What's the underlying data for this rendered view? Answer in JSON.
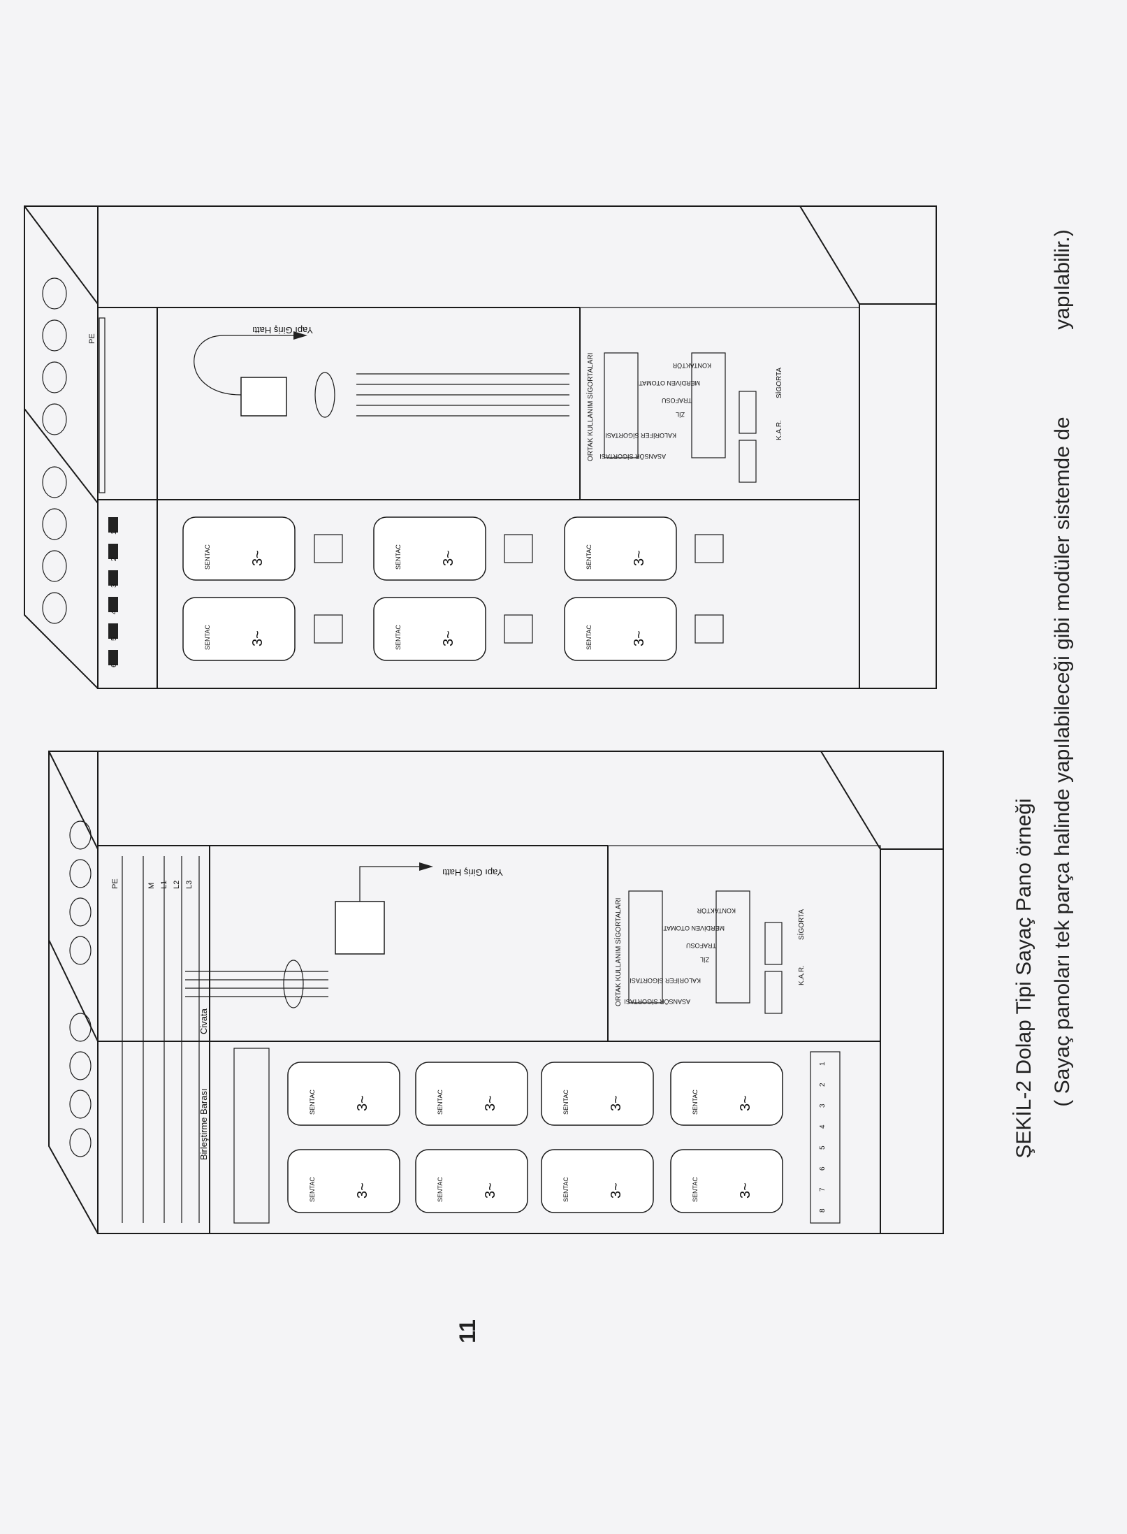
{
  "caption": {
    "title": "ŞEKİL-2 Dolap Tipi Sayaç Pano örneği",
    "subtitle_line1": "( Sayaç panoları tek parça halinde yapılabileceği gibi modüler sistemde de",
    "subtitle_line2": "yapılabilir.)"
  },
  "page_number": "11",
  "meter": {
    "brand": "SENTAC",
    "phase_mark": "3~"
  },
  "top_panel": {
    "pe_label": "PE",
    "entry_label": "Yapı Giriş Hattı",
    "group_title": "ORTAK KULLANIM SİGORTALARI",
    "fuse_labels": [
      "ASANSÖR SİGORTASI",
      "KALORİFER SİGORTASI",
      "ZİL",
      "TRAFOSU",
      "MERDİVEN OTOMATI",
      "KONTAKTÖR"
    ],
    "kar_label": "K.A.R.",
    "sigorta_label": "SİGORTA",
    "terminal_numbers": [
      "1",
      "2",
      "3",
      "4",
      "5",
      "6"
    ]
  },
  "bottom_panel": {
    "pe_label": "PE",
    "bar_labels": [
      "M",
      "L1",
      "L2",
      "L3"
    ],
    "civata_label": "Civata",
    "bus_label": "Birleştirme Barası",
    "entry_label": "Yapı Giriş Hattı",
    "group_title": "ORTAK KULLANIM SİGORTALARI",
    "fuse_labels": [
      "ASANSÖR SİGORTASI",
      "KALORİFER SİGORTASI",
      "ZİL",
      "TRAFOSU",
      "MERDİVEN OTOMATI",
      "KONTAKTÖR"
    ],
    "kar_label": "K.A.R.",
    "sigorta_label": "SİGORTA",
    "terminal_numbers": [
      "1",
      "2",
      "3",
      "4",
      "5",
      "6",
      "7",
      "8"
    ]
  }
}
